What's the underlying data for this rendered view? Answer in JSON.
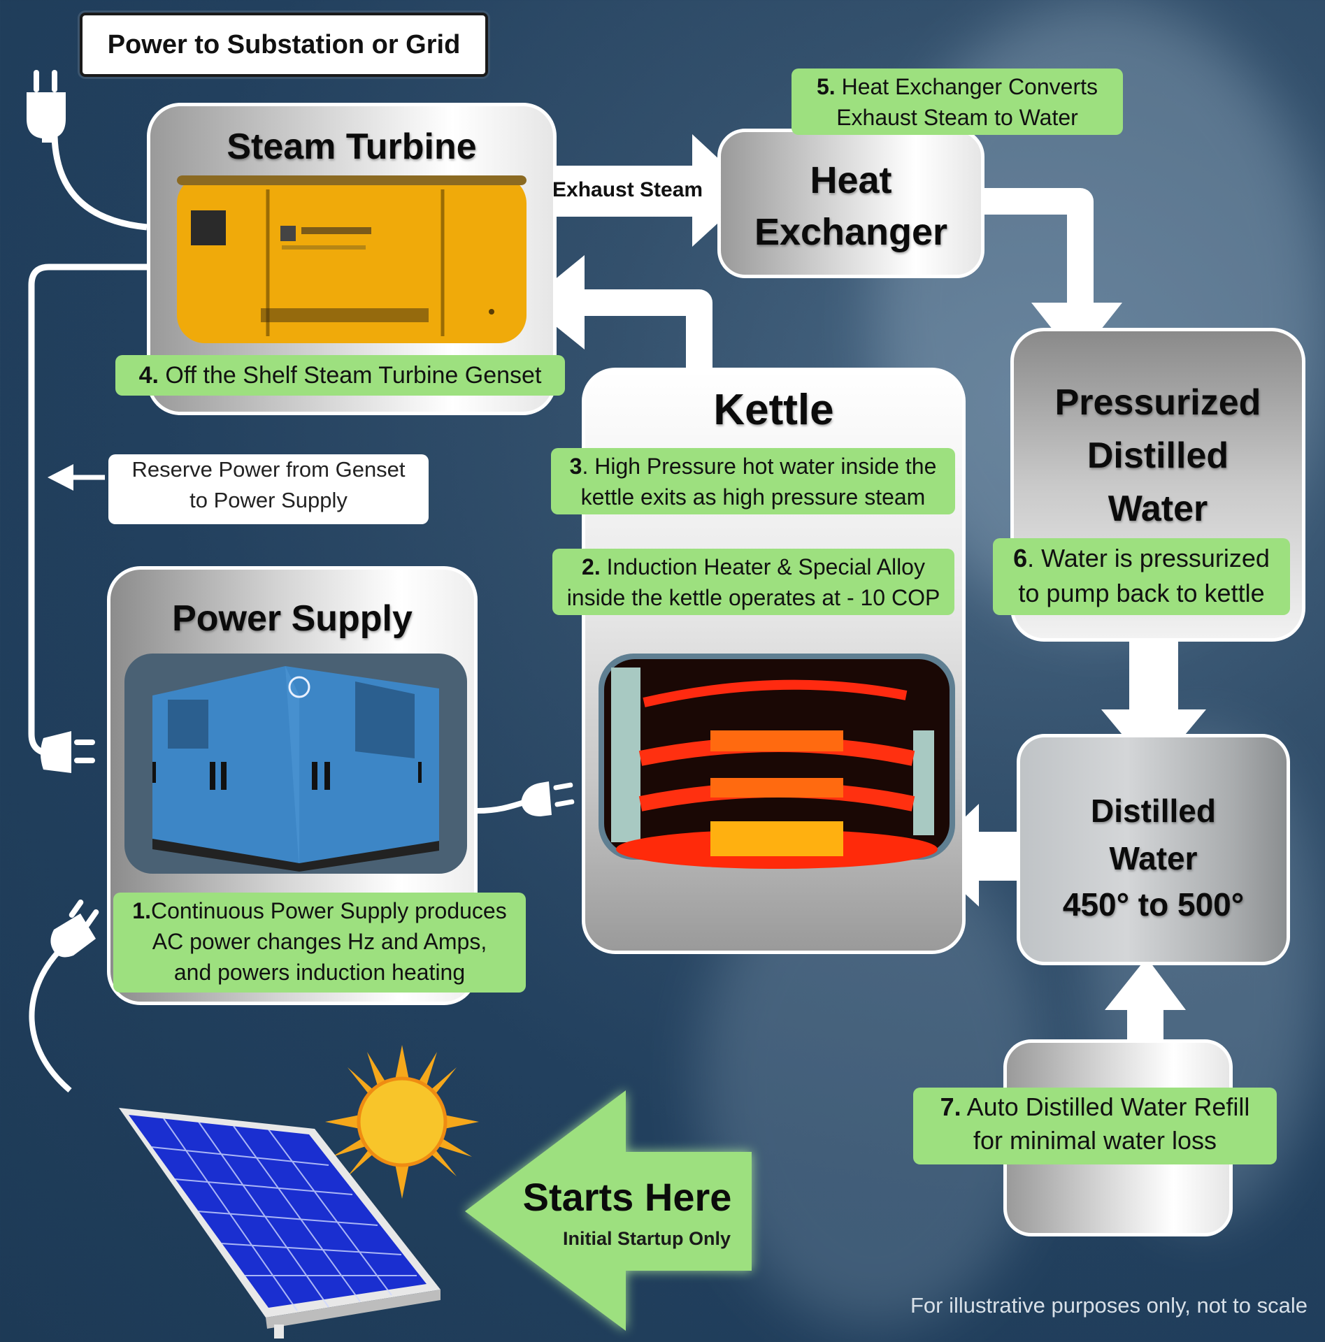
{
  "diagram": {
    "grid_label": "Power to Substation or Grid",
    "steam_turbine": {
      "title": "Steam Turbine",
      "step_number": "4.",
      "step_text": "Off the Shelf  Steam Turbine Genset"
    },
    "exhaust_arrow_label": "Exhaust Steam",
    "heat_exchanger": {
      "title_line1": "Heat",
      "title_line2": "Exchanger",
      "step_number": "5.",
      "step_line1": "Heat Exchanger Converts",
      "step_line2": "Exhaust Steam to Water"
    },
    "kettle": {
      "title": "Kettle",
      "step3_number": "3",
      "step3_line1": ". High  Pressure hot water inside the",
      "step3_line2": "kettle exits as high pressure steam",
      "step2_number": "2.",
      "step2_line1": " Induction Heater & Special Alloy",
      "step2_line2": "inside the kettle operates at - 10 COP"
    },
    "pressurized": {
      "title_line1": "Pressurized",
      "title_line2": "Distilled",
      "title_line3": "Water",
      "step_number": "6",
      "step_line1": ". Water is pressurized",
      "step_line2": "to pump back to kettle"
    },
    "distilled": {
      "title_line1": "Distilled",
      "title_line2": "Water",
      "title_line3": "450° to 500°"
    },
    "refill": {
      "step_number": "7.",
      "step_line1": " Auto Distilled Water  Refill",
      "step_line2": "for minimal water loss"
    },
    "reserve_label_line1": "Reserve Power from Genset",
    "reserve_label_line2": "to Power Supply",
    "power_supply": {
      "title": "Power Supply",
      "step_number": "1.",
      "step_line1": "Continuous Power Supply produces",
      "step_line2": "AC power changes Hz and Amps,",
      "step_line3": "and powers induction heating"
    },
    "starts_here": {
      "title": "Starts Here",
      "subtitle": "Initial Startup Only"
    },
    "disclaimer": "For illustrative purposes only, not to scale"
  },
  "colors": {
    "background": "#1d3a56",
    "step_label_green": "#9de07f",
    "turbine_yellow": "#f0aa0a",
    "power_supply_blue": "#3d86c6",
    "solar_blue": "#1a2fd0",
    "sun_orange": "#f6a81b"
  }
}
